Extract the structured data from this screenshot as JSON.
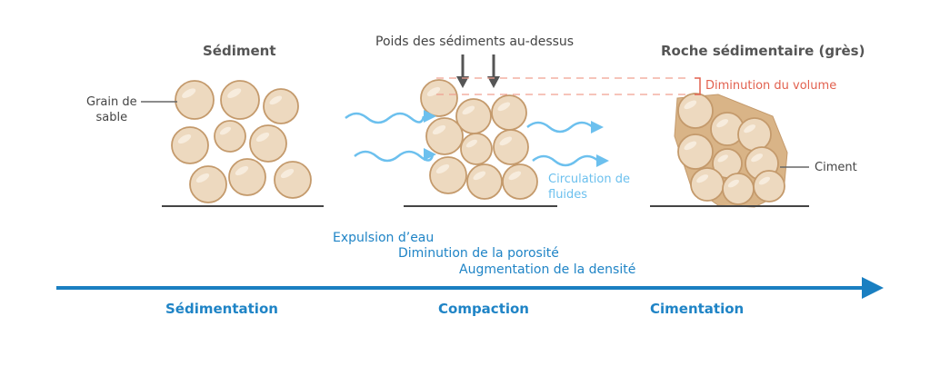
{
  "titles": {
    "sediment": "Sédiment",
    "weight": "Poids des sédiments au-dessus",
    "rock": "Roche sédimentaire (grès)"
  },
  "labels": {
    "grain": "Grain de\nsable",
    "volume": "Diminution du volume",
    "fluids": "Circulation de\nfluides",
    "cement": "Ciment"
  },
  "effects": [
    "Expulsion d’eau",
    "Diminution de la porosité",
    "Augmentation de la densité"
  ],
  "stages": [
    "Sédimentation",
    "Compaction",
    "Cimentation"
  ],
  "colors": {
    "grain_fill": "#edd9bf",
    "grain_stroke": "#c49a6c",
    "accent": "#1f84c6",
    "fluid": "#6cc0ee",
    "volume": "#e2614f"
  }
}
